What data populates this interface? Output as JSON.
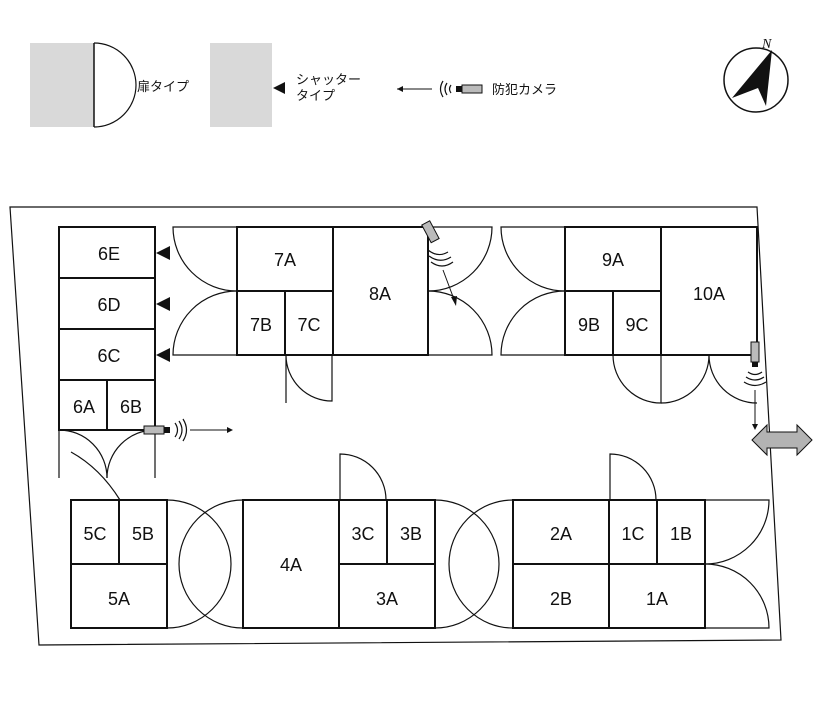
{
  "legend": {
    "door_type": "扉タイプ",
    "shutter_type_line1": "シャッター",
    "shutter_type_line2": "タイプ",
    "camera": "防犯カメラ"
  },
  "compass": {
    "north": "N"
  },
  "units": {
    "u6E": "6E",
    "u6D": "6D",
    "u6C": "6C",
    "u6A": "6A",
    "u6B": "6B",
    "u7A": "7A",
    "u7B": "7B",
    "u7C": "7C",
    "u8A": "8A",
    "u9A": "9A",
    "u9B": "9B",
    "u9C": "9C",
    "u10A": "10A",
    "u5C": "5C",
    "u5B": "5B",
    "u5A": "5A",
    "u4A": "4A",
    "u3C": "3C",
    "u3B": "3B",
    "u3A": "3A",
    "u2A": "2A",
    "u2B": "2B",
    "u1C": "1C",
    "u1B": "1B",
    "u1A": "1A"
  },
  "colors": {
    "line": "#111111",
    "legend_fill": "#d9d9d9",
    "entrance_arrow": "#b3b3b3",
    "camera_body": "#bbbbbb"
  }
}
